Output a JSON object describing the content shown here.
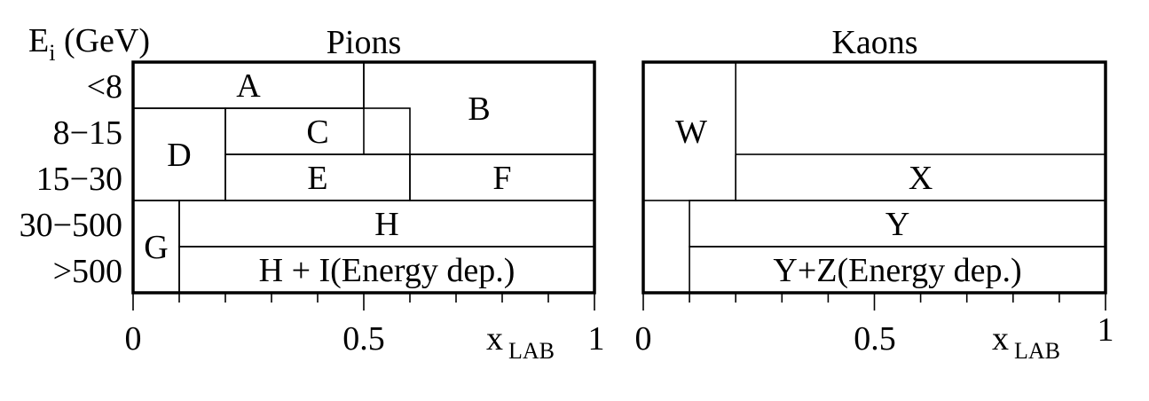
{
  "y_axis": {
    "title_main": "E",
    "title_sub": "i",
    "title_unit": " (GeV)",
    "bins": [
      "<8",
      "8−15",
      "15−30",
      "30−500",
      ">500"
    ]
  },
  "panels": [
    {
      "title": "Pions",
      "x_label_main": "x",
      "x_label_sub": "LAB",
      "x_ticks": [
        "0",
        "0.5",
        "1"
      ],
      "regions": [
        {
          "label": "A",
          "x0": 0,
          "x1": 0.5,
          "bins": [
            0,
            0
          ]
        },
        {
          "label": "B",
          "x0": 0.5,
          "x1": 1,
          "bins": [
            0,
            1
          ]
        },
        {
          "label": "C",
          "x0": 0.2,
          "x1": 0.6,
          "bins": [
            1,
            1
          ]
        },
        {
          "label": "D",
          "x0": 0,
          "x1": 0.2,
          "bins": [
            1,
            2
          ]
        },
        {
          "label": "E",
          "x0": 0.2,
          "x1": 0.6,
          "bins": [
            2,
            2
          ]
        },
        {
          "label": "F",
          "x0": 0.6,
          "x1": 1,
          "bins": [
            2,
            2
          ]
        },
        {
          "label": "G",
          "x0": 0,
          "x1": 0.1,
          "bins": [
            3,
            4
          ]
        },
        {
          "label": "H",
          "x0": 0.1,
          "x1": 1,
          "bins": [
            3,
            3
          ]
        },
        {
          "label": "H + I(Energy dep.)",
          "x0": 0.1,
          "x1": 1,
          "bins": [
            4,
            4
          ]
        }
      ]
    },
    {
      "title": "Kaons",
      "x_label_main": "x",
      "x_label_sub": "LAB",
      "x_ticks": [
        "0",
        "0.5",
        "1"
      ],
      "regions": [
        {
          "label": "W",
          "x0": 0,
          "x1": 0.2,
          "bins": [
            0,
            2
          ]
        },
        {
          "label": "X",
          "x0": 0.2,
          "x1": 1,
          "bins": [
            2,
            2
          ]
        },
        {
          "label": "Y",
          "x0": 0.1,
          "x1": 1,
          "bins": [
            3,
            3
          ]
        },
        {
          "label": "Y+Z(Energy dep.)",
          "x0": 0.1,
          "x1": 1,
          "bins": [
            4,
            4
          ]
        }
      ]
    }
  ]
}
